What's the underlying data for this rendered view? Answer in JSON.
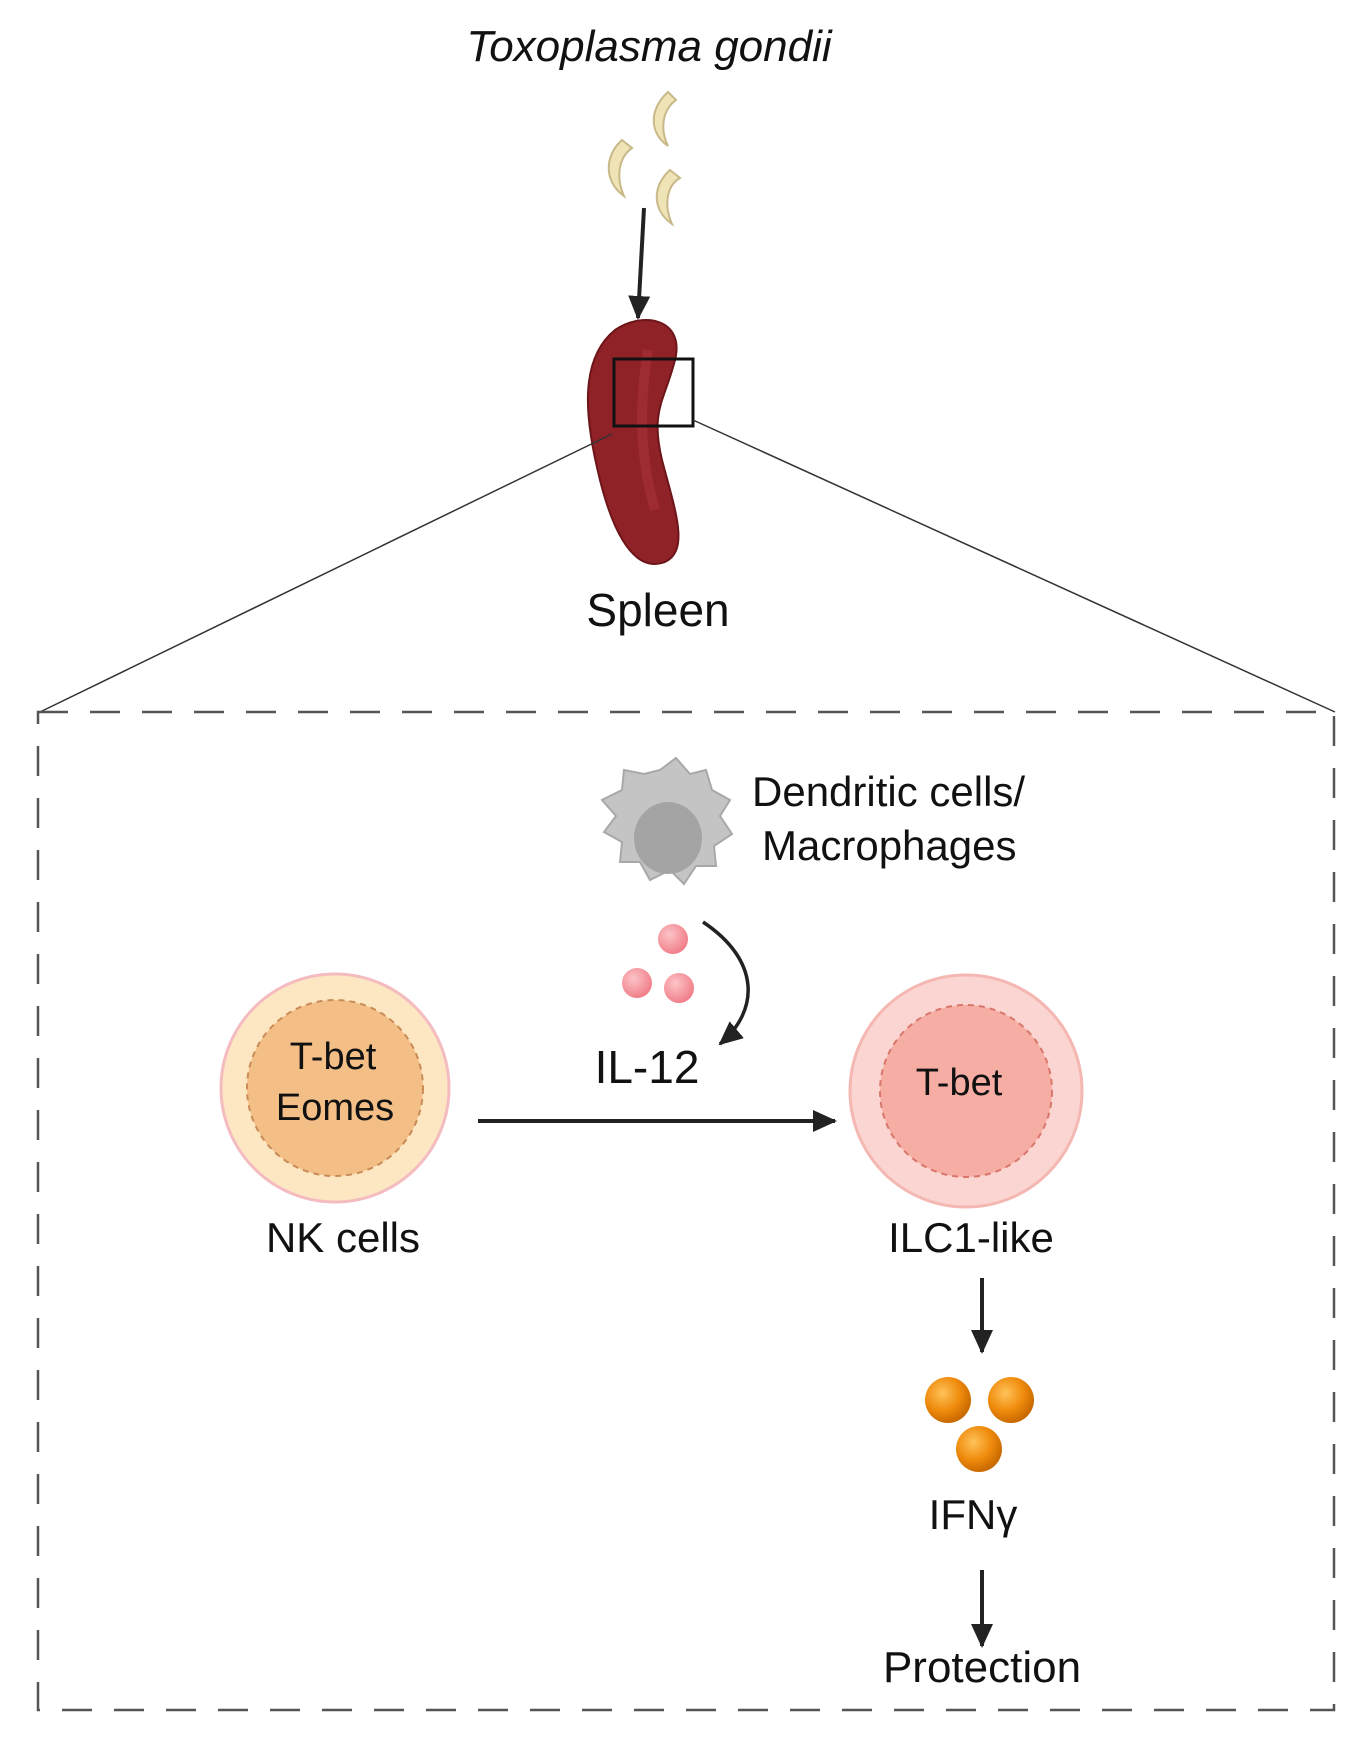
{
  "title": "Toxoplasma gondii",
  "organ": {
    "label": "Spleen"
  },
  "dendritic": {
    "line1": "Dendritic cells/",
    "line2": "Macrophages"
  },
  "cytokine_in": {
    "label": "IL-12"
  },
  "nk_cell": {
    "marker1": "T-bet",
    "marker2": "Eomes",
    "label": "NK cells"
  },
  "ilc1_cell": {
    "marker1": "T-bet",
    "label": "ILC1-like"
  },
  "cytokine_out": {
    "label": "IFNγ"
  },
  "outcome": {
    "label": "Protection"
  },
  "colors": {
    "spleen": "#8e2227",
    "parasite": "#efe4b6",
    "dendritic_cell": "#c4c4c4",
    "il12": "#f4939c",
    "nk_outer": "#fde7c3",
    "nk_inner": "#f3bf86",
    "ilc1_outer": "#fad5d2",
    "ilc1_inner": "#f6ada3",
    "ifng": "#ef8b0c",
    "arrow": "#222222",
    "dash_box": "#555555"
  }
}
